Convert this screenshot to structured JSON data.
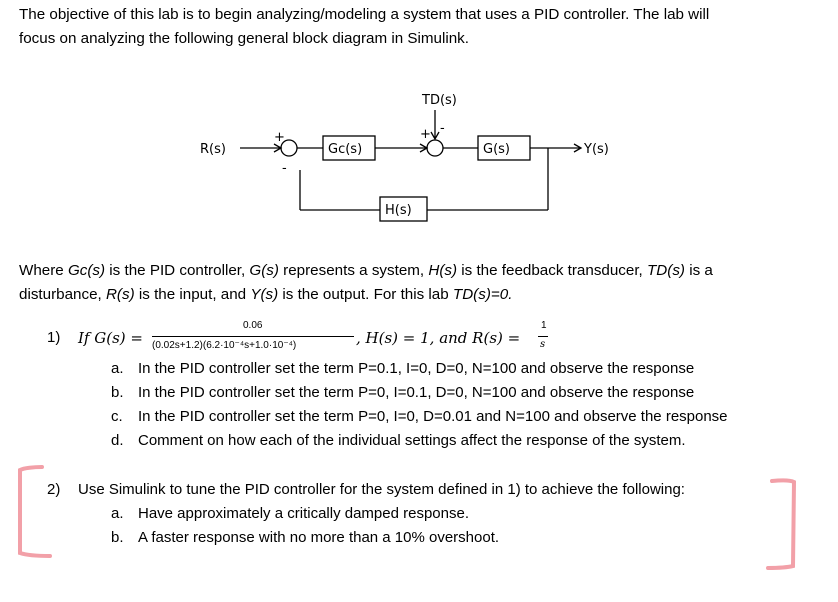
{
  "intro": {
    "line1": "The objective of this lab is to begin analyzing/modeling a system that uses a PID controller.  The lab will",
    "line2": "focus on analyzing the following general block diagram in Simulink."
  },
  "diagram": {
    "input": "R(s)",
    "controller": "Gc(s)",
    "disturbance": "TD(s)",
    "plant": "G(s)",
    "output": "Y(s)",
    "feedback": "H(s)",
    "sum1_plus": "+",
    "sum1_minus": "-",
    "sum2_plus": "+",
    "sum2_minus": "-"
  },
  "description": {
    "line1_a": "Where ",
    "gc": "Gc(s)",
    "line1_b": " is the PID controller, ",
    "g": "G(s)",
    "line1_c": " represents a system, ",
    "h": "H(s)",
    "line1_d": " is the feedback transducer, ",
    "td": "TD(s)",
    "line1_e": " is a",
    "line2_a": "disturbance, ",
    "r": "R(s)",
    "line2_b": " is the input, and ",
    "y": "Y(s)",
    "line2_c": " is the output.  For this lab ",
    "td2": "TD(s)=0."
  },
  "question1": {
    "number": "1)",
    "lead": "If G(s) =",
    "numerator": "0.06",
    "denominator": "(0.02s+1.2)(6.2·10⁻⁴s+1.0·10⁻⁴)",
    "tail": ", H(s) = 1, and R(s) =",
    "r_num": "1",
    "r_den": "s",
    "items": [
      {
        "letter": "a.",
        "text": "In the PID controller set the term P=0.1, I=0, D=0, N=100 and observe the response"
      },
      {
        "letter": "b.",
        "text": "In the PID controller set the term P=0, I=0.1, D=0, N=100 and observe the response"
      },
      {
        "letter": "c.",
        "text": "In the PID controller set the term P=0, I=0, D=0.01 and N=100 and observe the response"
      },
      {
        "letter": "d.",
        "text": "Comment on how each of the individual settings affect the response of the system."
      }
    ]
  },
  "question2": {
    "number": "2)",
    "text": "Use Simulink to tune the PID controller for the system defined in 1) to achieve the following:",
    "items": [
      {
        "letter": "a.",
        "text": "Have approximately a critically damped response."
      },
      {
        "letter": "b.",
        "text": "A faster response with no more than a 10% overshoot."
      }
    ]
  },
  "colors": {
    "bracket": "#f2a0a8"
  }
}
